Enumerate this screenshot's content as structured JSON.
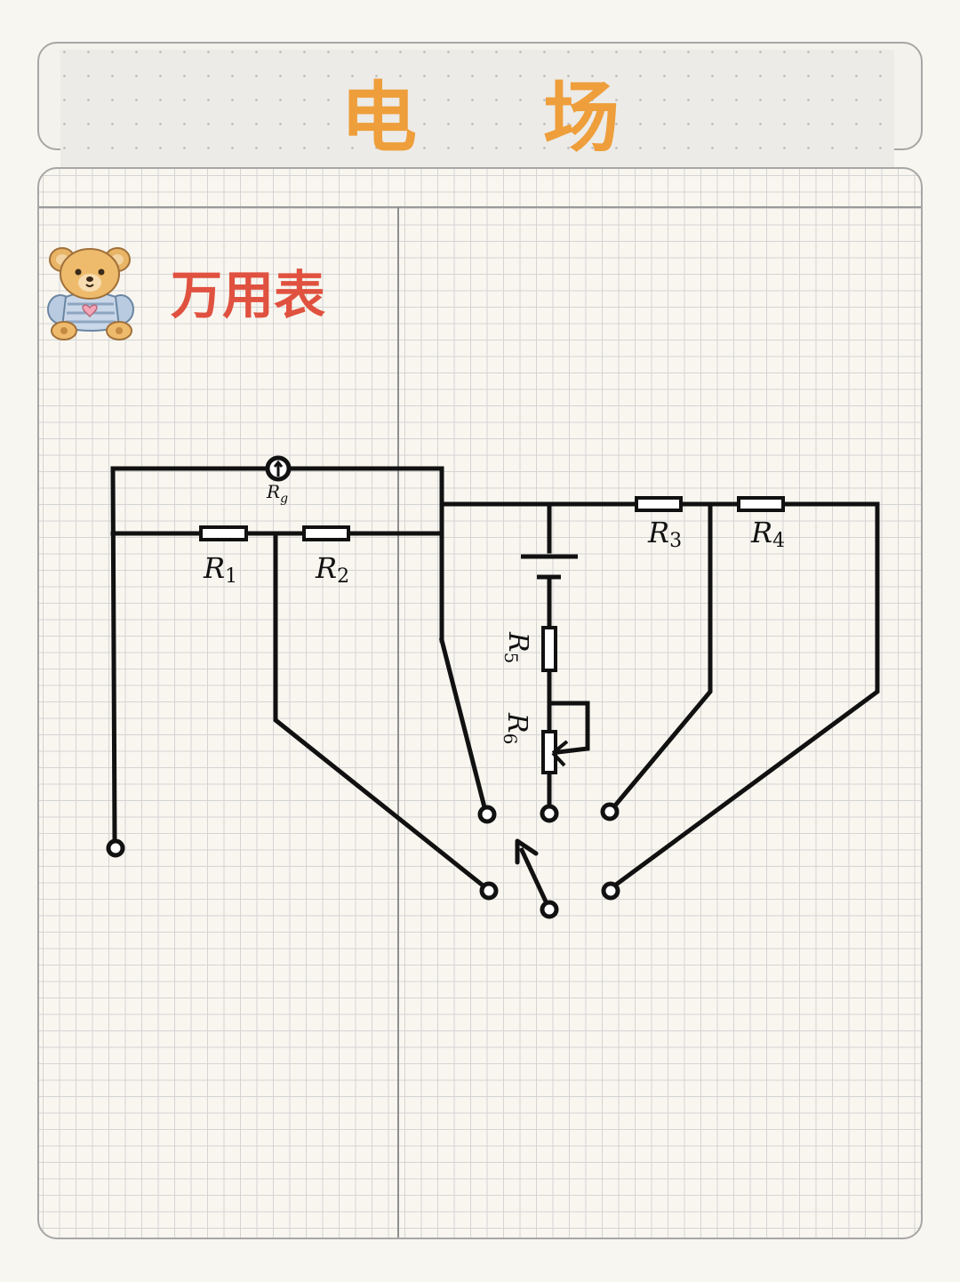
{
  "header": {
    "title": "电 场"
  },
  "section": {
    "title": "万用表"
  },
  "labels": {
    "rg": "R",
    "rg_sub": "g",
    "r1": "R",
    "r1_sub": "1",
    "r2": "R",
    "r2_sub": "2",
    "r3": "R",
    "r3_sub": "3",
    "r4": "R",
    "r4_sub": "4",
    "r5": "R",
    "r5_sub": "5",
    "r6": "R",
    "r6_sub": "6"
  },
  "colors": {
    "title": "#ee9e3b",
    "section_title": "#e0513f",
    "wire": "#111111"
  },
  "icons": {
    "mascot": "teddy-bear-icon"
  }
}
